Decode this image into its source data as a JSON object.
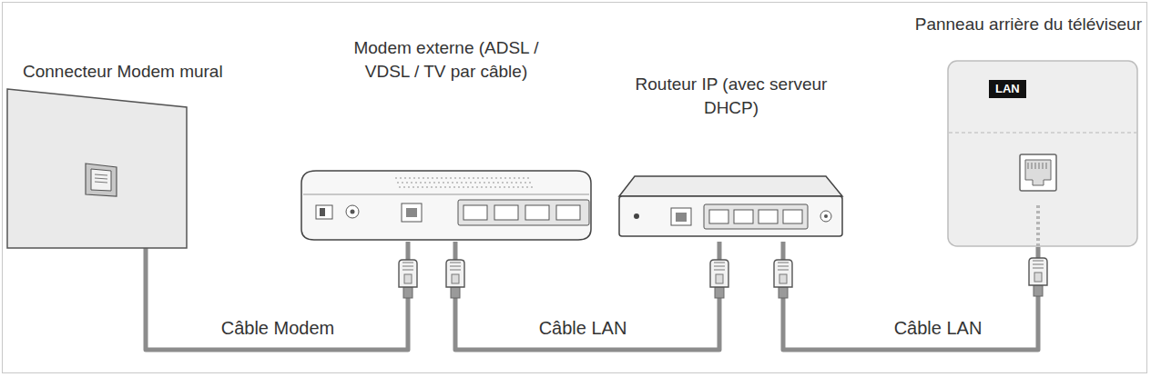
{
  "diagram": {
    "nodes": [
      {
        "text": [
          "Connecteur Modem mural"
        ]
      },
      {
        "text": [
          "Modem externe (ADSL / VDSL / TV par câble)"
        ]
      },
      {
        "text": [
          "Routeur IP (avec serveur DHCP)"
        ]
      },
      {
        "text": [
          "Panneau arrière du téléviseur",
          "LAN"
        ]
      }
    ],
    "edges": [
      {
        "from": 0,
        "to": 1,
        "label": "Câble Modem",
        "arrow": "none"
      },
      {
        "from": 1,
        "to": 2,
        "label": "Câble LAN",
        "arrow": "none"
      },
      {
        "from": 2,
        "to": 3,
        "label": "Câble LAN",
        "arrow": "none"
      }
    ]
  }
}
